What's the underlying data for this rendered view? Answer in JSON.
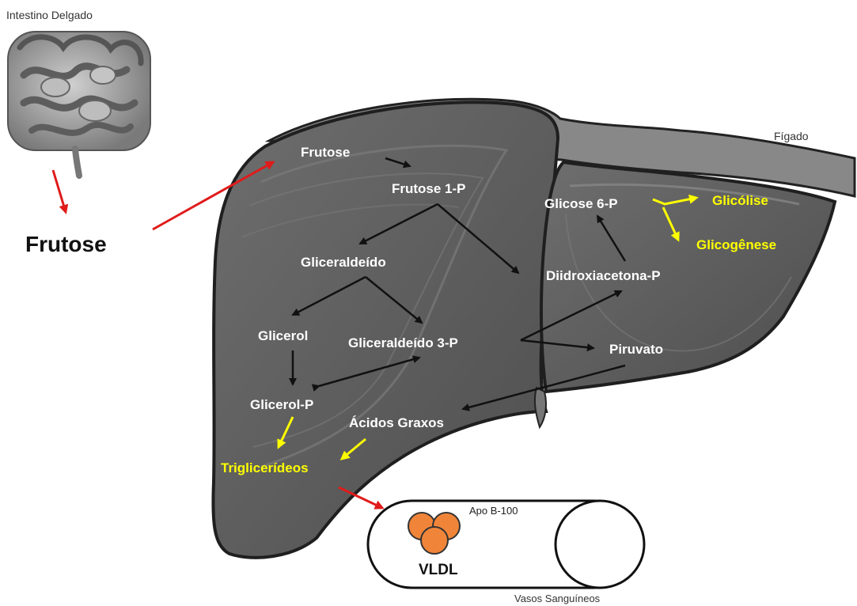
{
  "labels": {
    "intestine": "Intestino Delgado",
    "liver": "Fígado",
    "fructose_big": "Frutose",
    "vessels": "Vasos Sanguíneos",
    "apo": "Apo B-100",
    "vldl": "VLDL"
  },
  "metabolites": {
    "frutose": "Frutose",
    "frutose_1p": "Frutose 1-P",
    "gliceraldeido": "Gliceraldeído",
    "glicerol": "Glicerol",
    "gliceraldeido_3p": "Gliceraldeído 3-P",
    "glicerol_p": "Glicerol-P",
    "acidos_graxos": "Ácidos Graxos",
    "trigliceridos": "Triglicerídeos",
    "glicose_6p": "Glicose 6-P",
    "glicolise": "Glicólise",
    "glicogenese": "Glicogênese",
    "diidroxiacetona": "Diidroxiacetona-P",
    "piruvato": "Piruvato"
  },
  "colors": {
    "liver_fill": "#606060",
    "liver_dark": "#3c3c3c",
    "text_white": "#ffffff",
    "text_yellow": "#ffff00",
    "arrow_black": "#111111",
    "arrow_red": "#e01b1b",
    "vldl_orange": "#f0853a"
  }
}
